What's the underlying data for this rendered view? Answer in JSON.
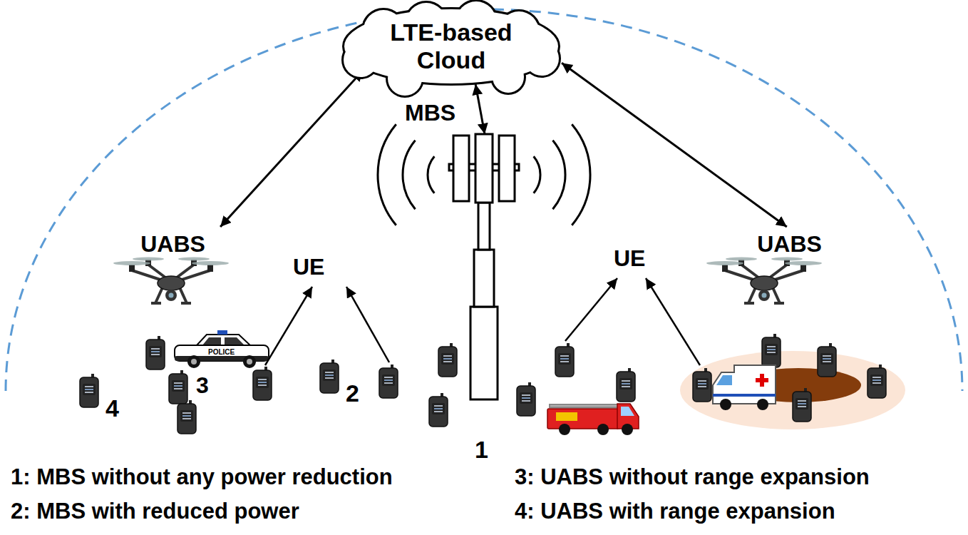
{
  "diagram": {
    "nodes": [
      {
        "text": [
          "LTE-based Cloud"
        ]
      },
      {
        "text": [
          "MBS"
        ]
      },
      {
        "text": [
          "UABS"
        ]
      },
      {
        "text": [
          "UABS"
        ]
      },
      {
        "text": [
          "UE"
        ]
      },
      {
        "text": [
          "UE"
        ]
      },
      {
        "text": [
          "1"
        ]
      },
      {
        "text": [
          "2"
        ],
        "in": 6
      },
      {
        "text": [
          "4"
        ],
        "in": 6
      },
      {
        "text": [
          "3"
        ],
        "in": 8
      }
    ],
    "edges": [
      {
        "from": 0,
        "to": 2,
        "arrow": "both"
      },
      {
        "from": 0,
        "to": 1,
        "arrow": "both"
      },
      {
        "from": 0,
        "to": 3,
        "arrow": "both"
      }
    ],
    "labels": [
      "POLICE",
      "1: MBS without any power reduction",
      "3: UABS without range expansion",
      "2: MBS with reduced power",
      "4: UABS with range expansion"
    ]
  }
}
